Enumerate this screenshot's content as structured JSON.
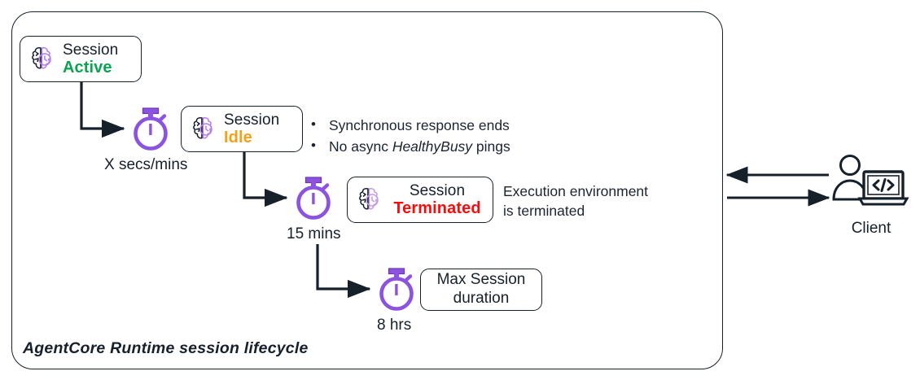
{
  "diagram": {
    "caption": "AgentCore Runtime session lifecycle",
    "colors": {
      "active_green": "#0aa450",
      "idle_orange": "#f3a01a",
      "terminated_red": "#fc0b0b",
      "stopwatch_purple": "#8c52e0",
      "outline_dark": "#16202b"
    }
  },
  "states": {
    "active": {
      "title": "Session",
      "status": "Active",
      "icon": "agent-brain-icon"
    },
    "idle": {
      "title": "Session",
      "status": "Idle",
      "icon": "agent-brain-icon"
    },
    "terminated": {
      "title": "Session",
      "status": "Terminated",
      "icon": "agent-brain-icon"
    }
  },
  "timers": {
    "first": {
      "label": "X secs/mins",
      "icon": "stopwatch-icon"
    },
    "second": {
      "label": "15 mins",
      "icon": "stopwatch-icon"
    },
    "third": {
      "label": "8 hrs",
      "icon": "stopwatch-icon"
    }
  },
  "idle_conditions": {
    "items": [
      {
        "prefix": "Synchronous response ends",
        "emphasis": "",
        "suffix": ""
      },
      {
        "prefix": "No async ",
        "emphasis": "HealthyBusy",
        "suffix": " pings"
      }
    ]
  },
  "terminated_note": {
    "line1": "Execution environment",
    "line2": "is terminated"
  },
  "max_session_box": {
    "line1": "Max Session",
    "line2": "duration"
  },
  "client": {
    "label": "Client",
    "person_icon": "user-person-icon",
    "laptop_icon": "laptop-code-icon",
    "code_glyph": "</>"
  }
}
